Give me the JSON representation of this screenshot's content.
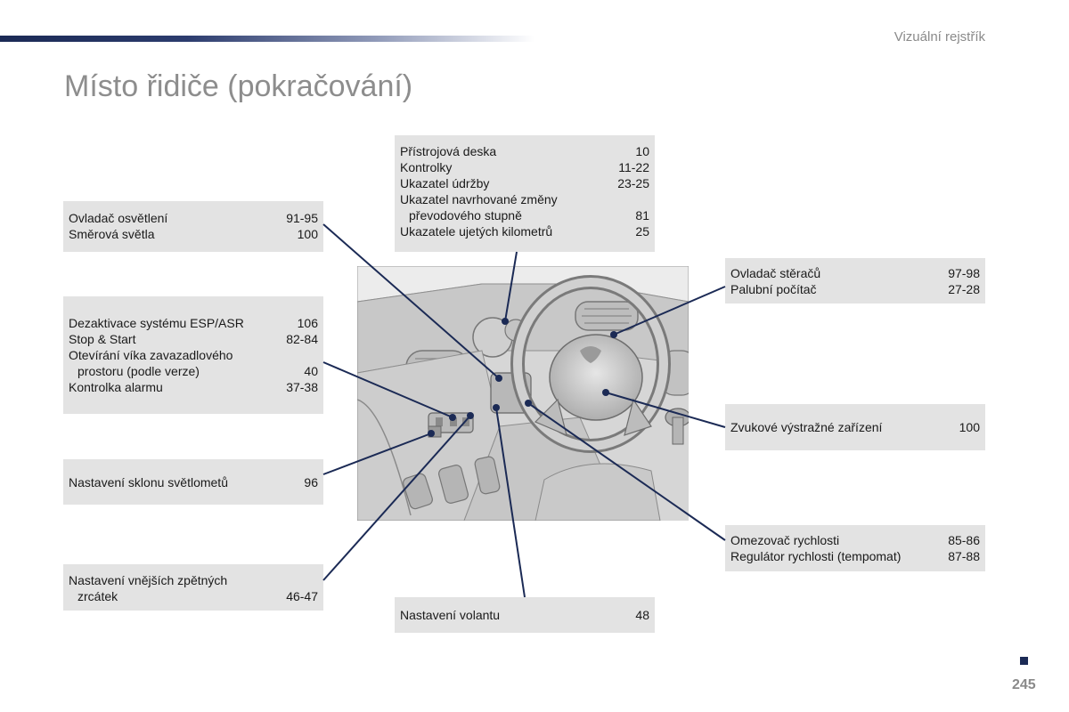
{
  "header": {
    "section": "Vizuální rejstřík",
    "title": "Místo řidiče (pokračování)"
  },
  "boxes": {
    "dashboard": [
      {
        "label": "Přístrojová deska",
        "page": "10"
      },
      {
        "label": "Kontrolky",
        "page": "11-22"
      },
      {
        "label": "Ukazatel údržby",
        "page": "23-25"
      },
      {
        "label": "Ukazatel navrhované změny",
        "label2": "převodového stupně",
        "page": "81"
      },
      {
        "label": "Ukazatele ujetých kilometrů",
        "page": "25"
      }
    ],
    "lighting": [
      {
        "label": "Ovladač osvětlení",
        "page": "91-95"
      },
      {
        "label": "Směrová světla",
        "page": "100"
      }
    ],
    "esp": [
      {
        "label": "Dezaktivace systému ESP/ASR",
        "page": "106"
      },
      {
        "label": "Stop & Start",
        "page": "82-84"
      },
      {
        "label": "Otevírání víka zavazadlového",
        "label2": "prostoru (podle verze)",
        "page": "40"
      },
      {
        "label": "Kontrolka alarmu",
        "page": "37-38"
      }
    ],
    "headlamp": [
      {
        "label": "Nastavení sklonu světlometů",
        "page": "96"
      }
    ],
    "mirrors": [
      {
        "label": "Nastavení vnějších zpětných",
        "label2": "zrcátek",
        "page": "46-47"
      }
    ],
    "steering": [
      {
        "label": "Nastavení volantu",
        "page": "48"
      }
    ],
    "wipers": [
      {
        "label": "Ovladač stěračů",
        "page": "97-98"
      },
      {
        "label": "Palubní počítač",
        "page": "27-28"
      }
    ],
    "horn": [
      {
        "label": "Zvukové výstražné zařízení",
        "page": "100"
      }
    ],
    "speed": [
      {
        "label": "Omezovač rychlosti",
        "page": "85-86"
      },
      {
        "label": "Regulátor rychlosti (tempomat)",
        "page": "87-88"
      }
    ]
  },
  "footer": {
    "page_number": "245"
  },
  "colors": {
    "accent": "#1b2a55",
    "box_bg": "#e3e3e3",
    "title_gray": "#8d8d8d",
    "connector": "#1b2a55"
  }
}
